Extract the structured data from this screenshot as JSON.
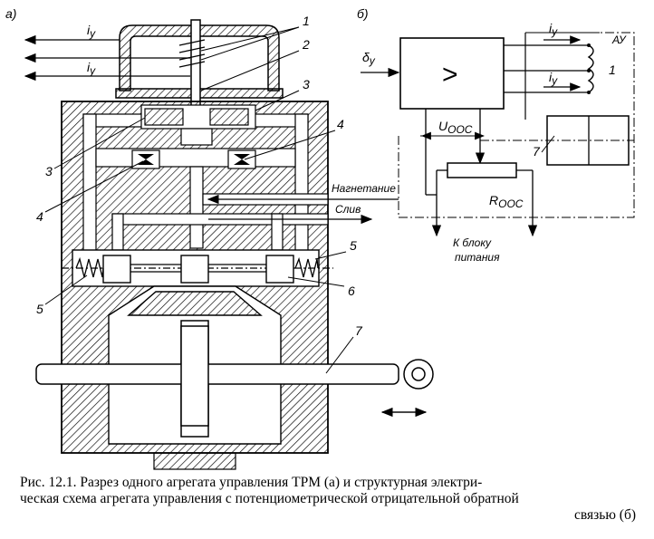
{
  "panel_a": {
    "letter": "а)",
    "arrow_top_label": "i",
    "arrow_top_sub": "у",
    "arrow_mid_label": "i",
    "arrow_mid_sub": "у",
    "label_inject": "Нагнетание",
    "label_drain": "Слив",
    "callouts": [
      "1",
      "2",
      "3",
      "3",
      "4",
      "4",
      "5",
      "5",
      "6",
      "7"
    ]
  },
  "panel_b": {
    "letter": "б)",
    "input_label": "δ",
    "input_sub": "у",
    "amp_symbol": ">",
    "out_top_label": "i",
    "out_top_sub": "у",
    "out_bot_label": "i",
    "out_bot_sub": "у",
    "au_label": "АУ",
    "coil_callout": "1",
    "uoos_label": "U",
    "uoos_sub": "ООС",
    "roos_label": "R",
    "roos_sub": "ООС",
    "block_callout": "7",
    "power_line1": "К блоку",
    "power_line2": "питания"
  },
  "caption": {
    "line1": "Рис. 12.1. Разрез одного агрегата управления ТРМ (а) и структурная электри-",
    "line2": "ческая схема агрегата управления с потенциометрической отрицательной обратной",
    "line3": "связью (б)"
  }
}
